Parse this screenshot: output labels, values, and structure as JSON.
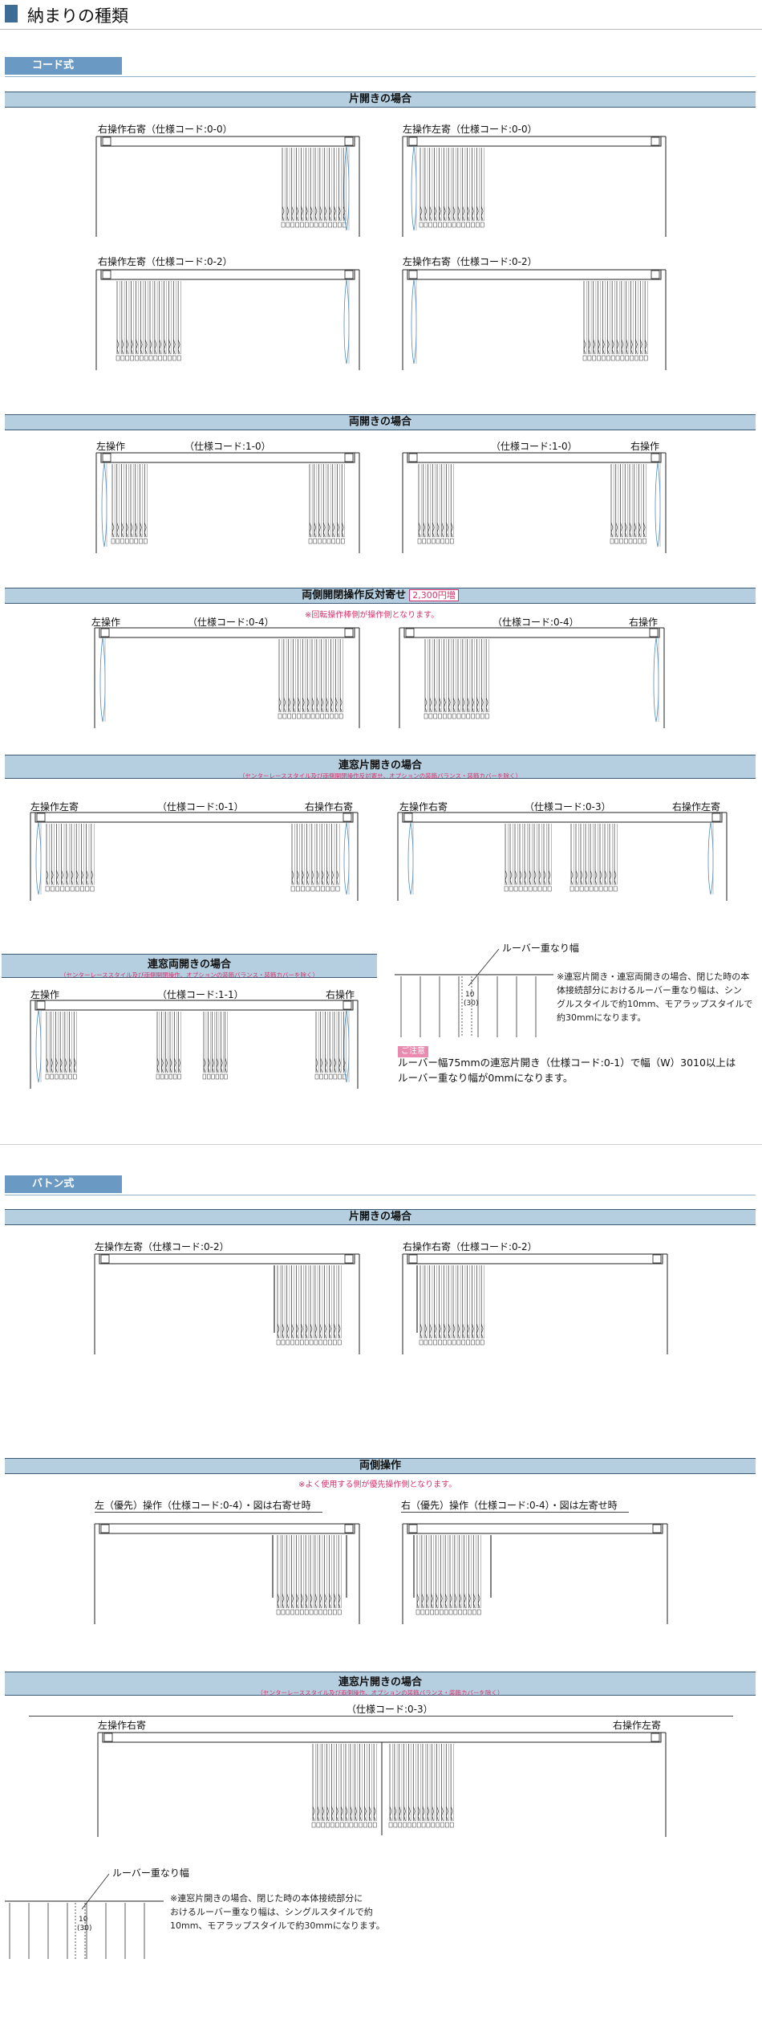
{
  "page": {
    "title": "納まりの種類"
  },
  "cord": {
    "tag": "コード式",
    "single": {
      "heading": "片開きの場合",
      "items": [
        "右操作右寄（仕様コード:0-0）",
        "左操作左寄（仕様コード:0-0）",
        "右操作左寄（仕様コード:0-2）",
        "左操作右寄（仕様コード:0-2）"
      ]
    },
    "double": {
      "heading": "両開きの場合",
      "left_op": "左操作",
      "right_op": "右操作",
      "code1": "（仕様コード:1-0）",
      "code2": "（仕様コード:1-0）"
    },
    "reverse": {
      "heading": "両側開閉操作反対寄せ",
      "price": "2,300円増",
      "note": "※回転操作棒側が操作側となります。",
      "left_op": "左操作",
      "right_op": "右操作",
      "code1": "（仕様コード:0-4）",
      "code2": "（仕様コード:0-4）"
    },
    "multi_single": {
      "heading": "連窓片開きの場合",
      "sub": "（センターレーススタイル及び両側開閉操作反対寄せ、オプションの装飾バランス・装飾カバーを除く）",
      "l1": "左操作左寄",
      "c1": "（仕様コード:0-1）",
      "r1": "右操作右寄",
      "l2": "左操作右寄",
      "c2": "（仕様コード:0-3）",
      "r2": "右操作左寄"
    },
    "multi_double": {
      "heading": "連窓両開きの場合",
      "sub": "（センターレーススタイル及び両側開閉操作、オプションの装飾バランス・装飾カバーを除く）",
      "l": "左操作",
      "c": "（仕様コード:1-1）",
      "r": "右操作"
    },
    "overlap": {
      "label": "ルーバー重なり幅",
      "v1": "10",
      "v2": "(30)",
      "note_lines": [
        "※連窓片開き・連窓両開きの場合、閉じた時の本",
        "体接続部分におけるルーバー重なり幅は、シン",
        "グルスタイルで約10mm、モアラップスタイルで",
        "約30mmになります。"
      ],
      "caution": "ご注意",
      "caution_lines": [
        "ルーバー幅75mmの連窓片開き（仕様コード:0-1）で幅（W）3010以上は",
        "ルーバー重なり幅が0mmになります。"
      ]
    }
  },
  "baton": {
    "tag": "バトン式",
    "single": {
      "heading": "片開きの場合",
      "items": [
        "左操作左寄（仕様コード:0-2）",
        "右操作右寄（仕様コード:0-2）"
      ]
    },
    "both": {
      "heading": "両側操作",
      "note": "※よく使用する側が優先操作側となります。",
      "items": [
        "左（優先）操作（仕様コード:0-4）・図は右寄せ時",
        "右（優先）操作（仕様コード:0-4）・図は左寄せ時"
      ]
    },
    "multi_single": {
      "heading": "連窓片開きの場合",
      "sub": "（センターレーススタイル及び両側操作、オプションの装飾バランス・装飾カバーを除く）",
      "code": "（仕様コード:0-3）",
      "l": "左操作右寄",
      "r": "右操作左寄"
    },
    "overlap": {
      "label": "ルーバー重なり幅",
      "v1": "10",
      "v2": "(30)",
      "note_lines": [
        "※連窓片開きの場合、閉じた時の本体接続部分に",
        "おけるルーバー重なり幅は、シングルスタイルで約",
        "10mm、モアラップスタイルで約30mmになります。"
      ]
    }
  }
}
